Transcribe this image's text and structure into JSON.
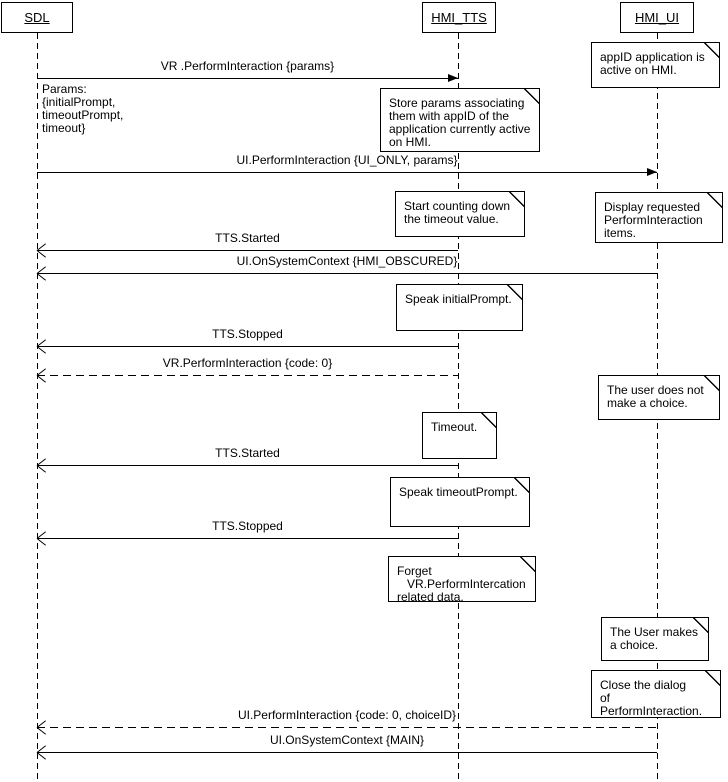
{
  "diagram": {
    "actors": [
      {
        "name": "SDL"
      },
      {
        "name": "HMI_TTS"
      },
      {
        "name": "HMI_UI"
      }
    ],
    "annotation": {
      "text": "Params:\n{initialPrompt,\ntimeoutPrompt,\ntimeout}"
    },
    "messages": [
      {
        "label": "VR .PerformInteraction {params}",
        "from": "SDL",
        "to": "HMI_TTS",
        "line": "solid",
        "head": "filled"
      },
      {
        "label": "UI.PerformInteraction {UI_ONLY, params}",
        "from": "SDL",
        "to": "HMI_UI",
        "line": "solid",
        "head": "filled"
      },
      {
        "label": "TTS.Started",
        "from": "HMI_TTS",
        "to": "SDL",
        "line": "solid",
        "head": "open"
      },
      {
        "label": "UI.OnSystemContext {HMI_OBSCURED}",
        "from": "HMI_UI",
        "to": "SDL",
        "line": "solid",
        "head": "open"
      },
      {
        "label": "TTS.Stopped",
        "from": "HMI_TTS",
        "to": "SDL",
        "line": "solid",
        "head": "open"
      },
      {
        "label": "VR.PerformInteraction {code: 0}",
        "from": "HMI_TTS",
        "to": "SDL",
        "line": "dashed",
        "head": "open"
      },
      {
        "label": "TTS.Started",
        "from": "HMI_TTS",
        "to": "SDL",
        "line": "solid",
        "head": "open"
      },
      {
        "label": "TTS.Stopped",
        "from": "HMI_TTS",
        "to": "SDL",
        "line": "solid",
        "head": "open"
      },
      {
        "label": "UI.PerformInteraction {code: 0, choiceID}",
        "from": "HMI_UI",
        "to": "SDL",
        "line": "dashed",
        "head": "open"
      },
      {
        "label": "UI.OnSystemContext {MAIN}",
        "from": "HMI_UI",
        "to": "SDL",
        "line": "solid",
        "head": "open"
      }
    ],
    "notes": [
      {
        "text": "appID application is\nactive on HMI."
      },
      {
        "text": "Store params associating\nthem with appID of the\napplication currently active\non HMI."
      },
      {
        "text": "Start counting down\nthe timeout value."
      },
      {
        "text": "Display requested\nPerformInteraction\nitems."
      },
      {
        "text": "Speak initialPrompt."
      },
      {
        "text": "The user does not\nmake a choice."
      },
      {
        "text": "Timeout."
      },
      {
        "text": "Speak timeoutPrompt."
      },
      {
        "text": "Forget\n   VR.PerformIntercation\nrelated data."
      },
      {
        "text": "The User makes\na choice."
      },
      {
        "text": "Close the dialog\nof PerformInteraction."
      }
    ]
  }
}
